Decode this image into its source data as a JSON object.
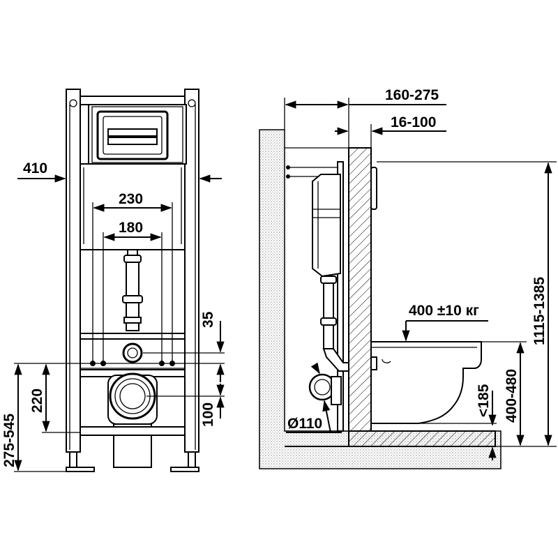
{
  "front_view": {
    "dim_total_width": "410",
    "dim_outer_mount": "230",
    "dim_inner_mount": "180",
    "dim_flush_offset": "35",
    "dim_mount_height": "220",
    "dim_drain_height": "100",
    "dim_adjust_range": "275-545"
  },
  "side_view": {
    "dim_depth_total": "160-275",
    "dim_wall_gap": "16-100",
    "dim_load": "400 ±10 кг",
    "dim_pipe_diameter": "Ø110",
    "dim_floor_gap": "<185",
    "dim_seat_height": "400-480",
    "dim_total_height": "1115-1385"
  }
}
